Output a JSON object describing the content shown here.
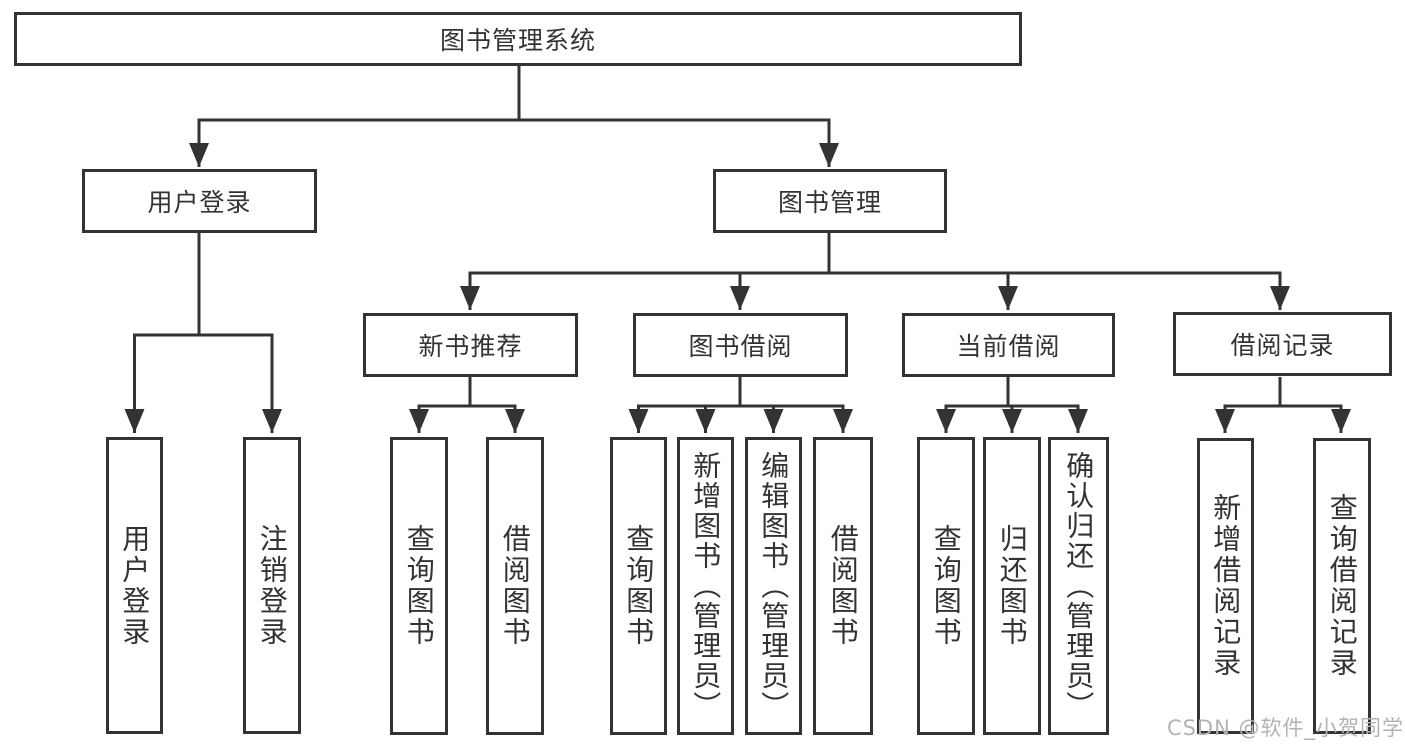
{
  "colors": {
    "line": "#333333",
    "text": "#333333",
    "watermark": "#b3b3b3",
    "background": "#ffffff"
  },
  "nodes": {
    "root": "图书管理系统",
    "user_login": "用户登录",
    "book_management": "图书管理",
    "new_book_recommend": "新书推荐",
    "book_borrowing": "图书借阅",
    "current_borrowing": "当前借阅",
    "borrowing_records": "借阅记录",
    "leaf_user_login": "用户登录",
    "leaf_logout": "注销登录",
    "leaf_nb_query_books": "查询图书",
    "leaf_nb_borrow_books": "借阅图书",
    "leaf_bb_query_books": "查询图书",
    "leaf_bb_add_books": "新增图书（管理员）",
    "leaf_bb_edit_books": "编辑图书（管理员）",
    "leaf_bb_borrow_books": "借阅图书",
    "leaf_cb_query_books": "查询图书",
    "leaf_cb_return_books": "归还图书",
    "leaf_cb_confirm_return": "确认归还（管理员）",
    "leaf_br_add_record": "新增借阅记录",
    "leaf_br_query_record": "查询借阅记录"
  },
  "watermark": "CSDN @软件_小贺同学"
}
